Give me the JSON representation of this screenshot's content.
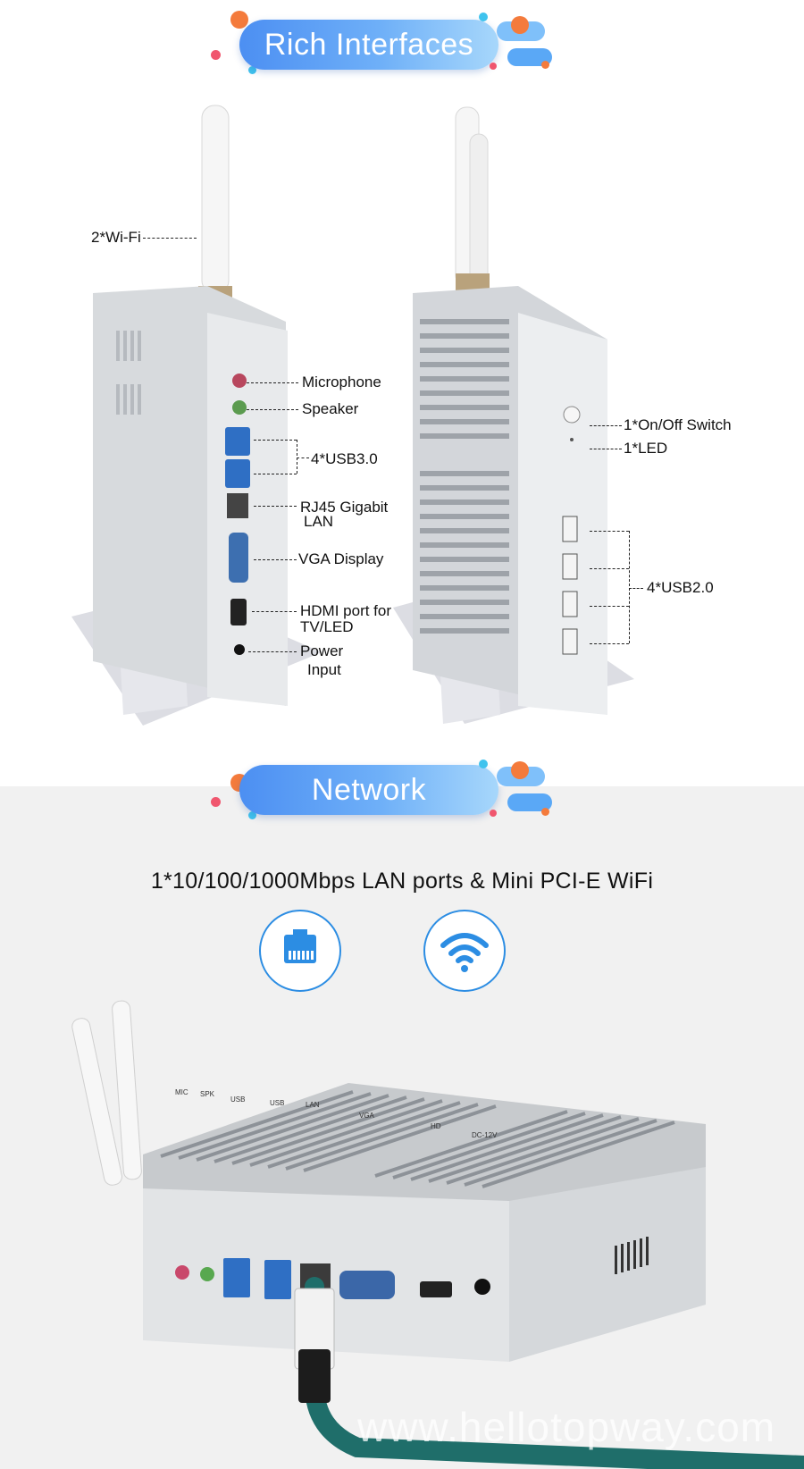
{
  "interfaces": {
    "banner_title": "Rich Interfaces",
    "left_callouts": {
      "wifi": "2*Wi-Fi",
      "microphone": "Microphone",
      "speaker": "Speaker",
      "usb3": "4*USB3.0",
      "rj45_line1": "RJ45 Gigabit",
      "rj45_line2": "LAN",
      "vga": "VGA Display",
      "hdmi_line1": "HDMI port for",
      "hdmi_line2": "TV/LED",
      "power_line1": "Power",
      "power_line2": "Input"
    },
    "right_callouts": {
      "onoff": "1*On/Off Switch",
      "led": "1*LED",
      "usb2": "4*USB2.0"
    }
  },
  "network": {
    "banner_title": "Network",
    "subtitle": "1*10/100/1000Mbps LAN ports & Mini PCI-E WiFi",
    "icons": [
      "ethernet-icon",
      "wifi-icon"
    ],
    "port_labels": [
      "MIC",
      "SPK",
      "USB",
      "USB",
      "LAN",
      "VGA",
      "HD",
      "DC-12V"
    ],
    "watermark": "www.hellotopway.com"
  },
  "colors": {
    "accent_blue": "#4c8ff2",
    "icon_blue": "#2c8de3",
    "dot_orange": "#f47b3c",
    "dot_cyan": "#3fc3ee",
    "dot_pink": "#f0566e",
    "cable_green": "#1f6e6a",
    "chassis_silver": "#d9dcdf"
  }
}
